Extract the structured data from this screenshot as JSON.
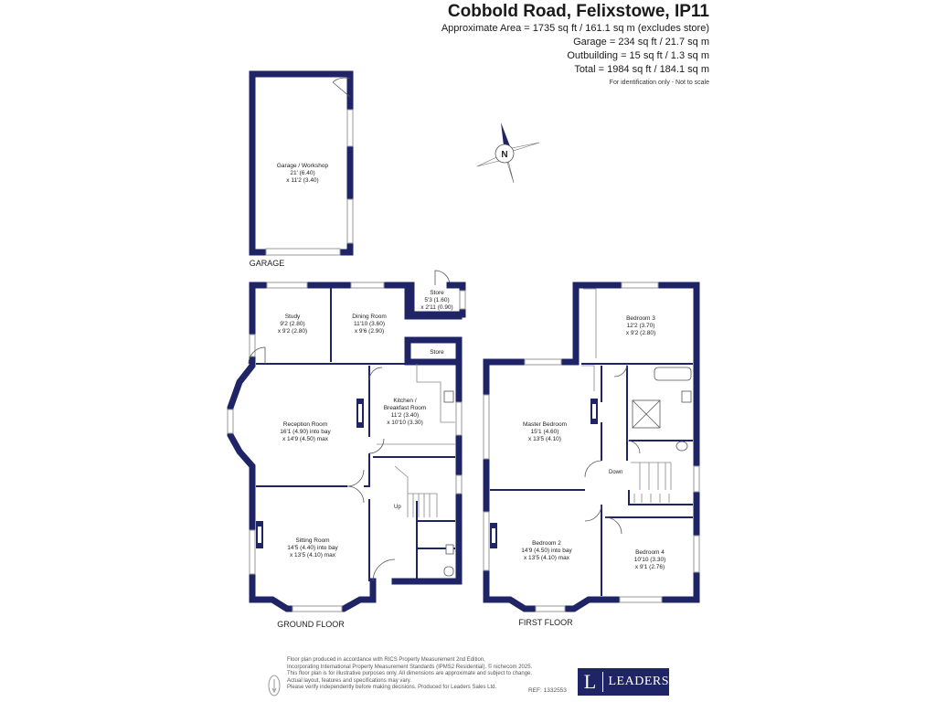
{
  "header": {
    "title": "Cobbold Road, Felixstowe, IP11",
    "area_lines": [
      "Approximate Area = 1735 sq ft / 161.1 sq m (excludes store)",
      "Garage = 234 sq ft / 21.7 sq m",
      "Outbuilding = 15 sq ft / 1.3 sq m",
      "Total = 1984 sq ft / 184.1 sq m"
    ],
    "note": "For identification only - Not to scale"
  },
  "compass": {
    "letter": "N"
  },
  "floors": {
    "garage": "GARAGE",
    "ground": "GROUND FLOOR",
    "first": "FIRST FLOOR"
  },
  "rooms": {
    "garage": [
      "Garage / Workshop",
      "21' (6.40)",
      "x 11'2 (3.40)"
    ],
    "study": [
      "Study",
      "9'2 (2.80)",
      "x 9'2 (2.80)"
    ],
    "dining": [
      "Dining Room",
      "11'10 (3.60)",
      "x 9'6 (2.90)"
    ],
    "store_out": [
      "Store",
      "5'3 (1.60)",
      "x 2'11 (0.90)"
    ],
    "store_in": [
      "Store"
    ],
    "kitchen": [
      "Kitchen /",
      "Breakfast Room",
      "11'2 (3.40)",
      "x 10'10 (3.30)"
    ],
    "reception": [
      "Reception Room",
      "16'1 (4.90) into bay",
      "x 14'9 (4.50) max"
    ],
    "sitting": [
      "Sitting Room",
      "14'5 (4.40) into bay",
      "x 13'5 (4.10) max"
    ],
    "master": [
      "Master Bedroom",
      "15'1 (4.60)",
      "x 13'5 (4.10)"
    ],
    "bedroom2": [
      "Bedroom 2",
      "14'9 (4.50) into bay",
      "x 13'5 (4.10) max"
    ],
    "bedroom3": [
      "Bedroom 3",
      "12'2 (3.70)",
      "x 9'2 (2.80)"
    ],
    "bedroom4": [
      "Bedroom 4",
      "10'10 (3.30)",
      "x 9'1 (2.76)"
    ]
  },
  "stairs": {
    "up": "Up",
    "down": "Down"
  },
  "footer": {
    "lines": [
      "Floor plan produced in accordance with RICS Property Measurement 2nd Edition,",
      "Incorporating International Property Measurement Standards (IPMS2 Residential). © nichecom 2025.",
      "This floor plan is for illustrative purposes only. All dimensions are approximate and subject to change.",
      "Actual layout, features and specifications may vary.",
      "Please verify independently before making decisions. Produced for Leaders Sales Ltd."
    ],
    "ref": "REF: 1332553"
  },
  "logo": {
    "letter": "L",
    "name": "LEADERS"
  },
  "colors": {
    "wall": "#1f2466",
    "logo_bg": "#1f2466"
  }
}
